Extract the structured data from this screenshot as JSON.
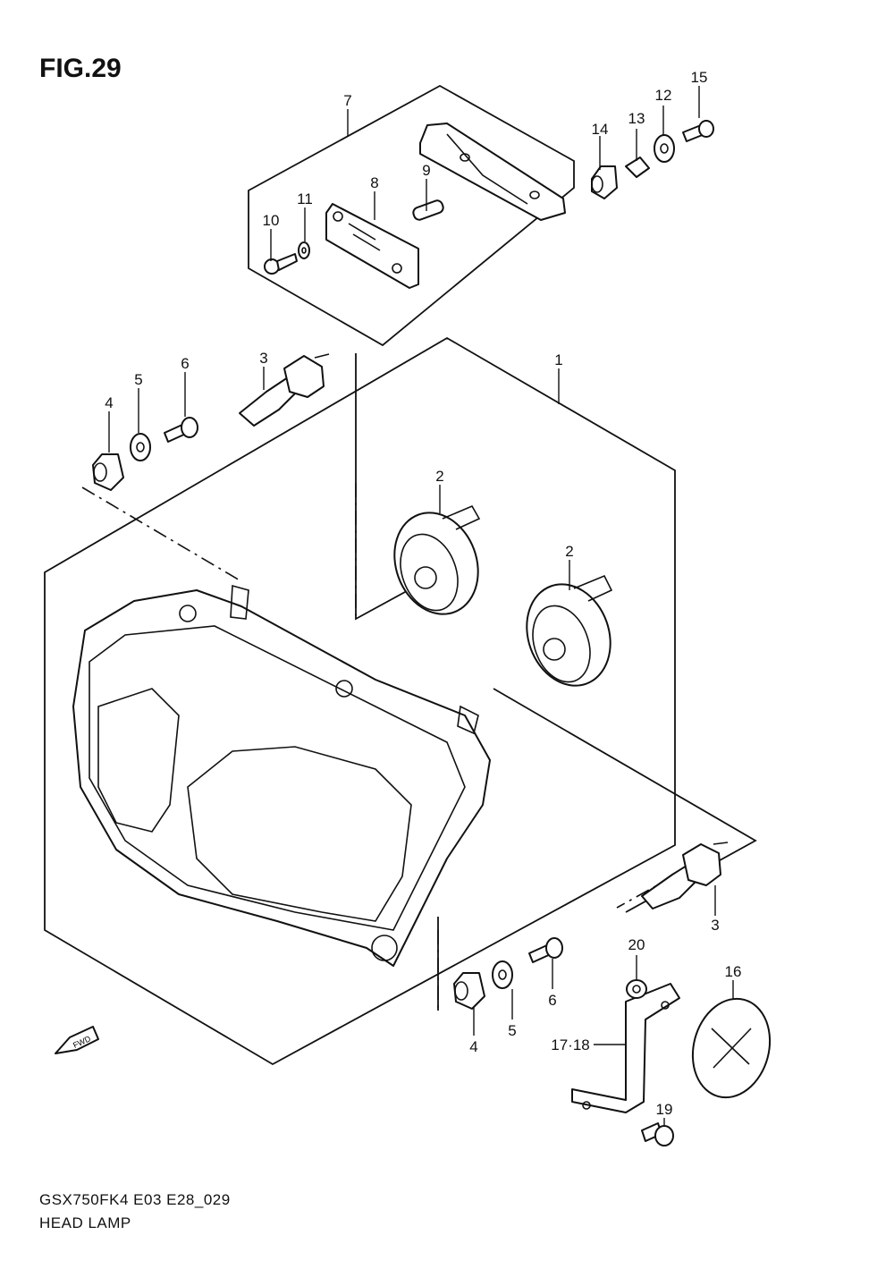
{
  "figure": {
    "title": "FIG.29"
  },
  "footer": {
    "model_code": "GSX750FK4 E03 E28_029",
    "section_name": "HEAD LAMP"
  },
  "direction": {
    "label": "FWD"
  },
  "callouts": {
    "c1": "1",
    "c2a": "2",
    "c2b": "2",
    "c3a": "3",
    "c3b": "3",
    "c4a": "4",
    "c4b": "4",
    "c5a": "5",
    "c5b": "5",
    "c6a": "6",
    "c6b": "6",
    "c7": "7",
    "c8": "8",
    "c9": "9",
    "c10": "10",
    "c11": "11",
    "c12": "12",
    "c13": "13",
    "c14": "14",
    "c15": "15",
    "c16": "16",
    "c1718": "17·18",
    "c19": "19",
    "c20": "20"
  }
}
